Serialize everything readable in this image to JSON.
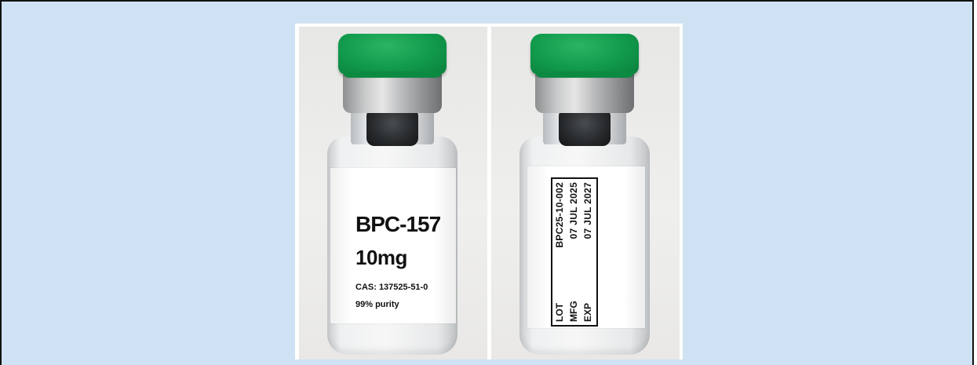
{
  "image": {
    "background_color": "#cfe2f3",
    "panel_color": "#ffffff",
    "cap_color": "#11994b",
    "photos": [
      {
        "label": {
          "product": "BPC-157",
          "dose": "10mg",
          "cas": "CAS: 137525-51-0",
          "purity": "99% purity"
        }
      },
      {
        "label": {
          "rows": [
            {
              "key": "LOT",
              "value": "BPC25-10-002"
            },
            {
              "key": "MFG",
              "value": "07 JUL 2025"
            },
            {
              "key": "EXP",
              "value": "07 JUL 2027"
            }
          ]
        }
      }
    ]
  }
}
